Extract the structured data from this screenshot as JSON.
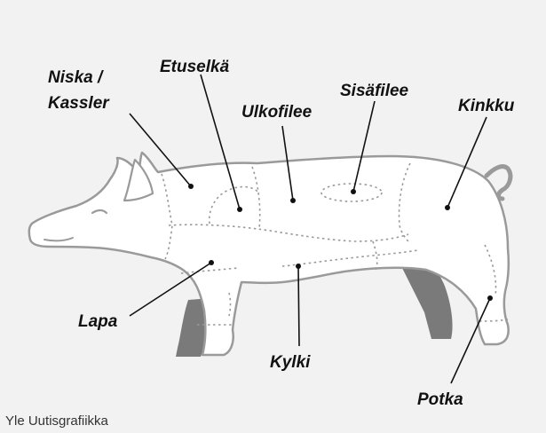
{
  "labels": {
    "niska_line1": "Niska /",
    "niska_line2": "Kassler",
    "etuselka": "Etuselkä",
    "ulkofilee": "Ulkofilee",
    "sisafilee": "Sisäfilee",
    "kinkku": "Kinkku",
    "lapa": "Lapa",
    "kylki": "Kylki",
    "potka": "Potka"
  },
  "credit": "Yle Uutisgrafiikka",
  "colors": {
    "background": "#f2f2f2",
    "pig_fill": "#ffffff",
    "pig_outline": "#9a9a9a",
    "far_legs": "#7a7a7a",
    "cut_lines": "#9a9a9a",
    "label_text": "#111111"
  }
}
